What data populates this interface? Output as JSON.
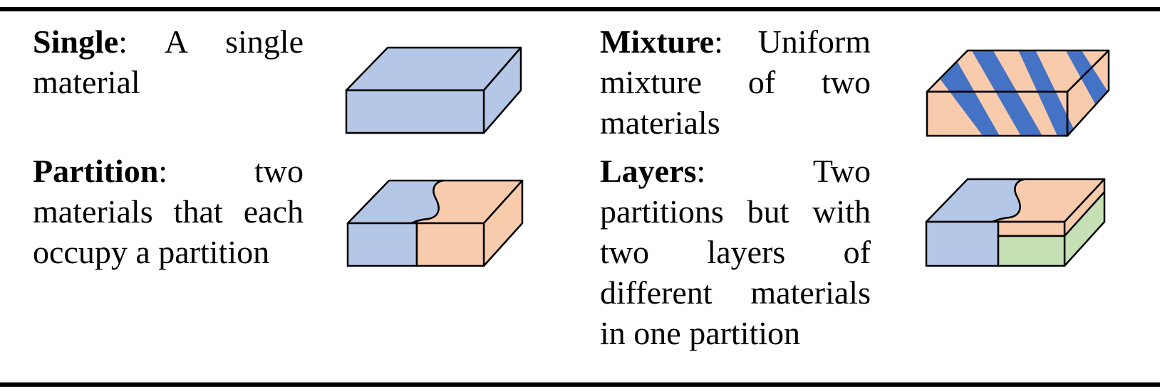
{
  "colors": {
    "blue_material": "#b4c7e7",
    "orange_material": "#f8cbad",
    "green_material": "#c5e0b4",
    "stripe_blue": "#4472c4",
    "outline": "#000000"
  },
  "items": [
    {
      "term": "Single",
      "text": ": A single material"
    },
    {
      "term": "Mixture",
      "text": ": Uniform mixture of two materials"
    },
    {
      "term": "Partition",
      "text": ": two materials that each occupy a partition"
    },
    {
      "term": "Layers",
      "text": ": Two partitions but with two layers of different materials in one partition"
    }
  ]
}
